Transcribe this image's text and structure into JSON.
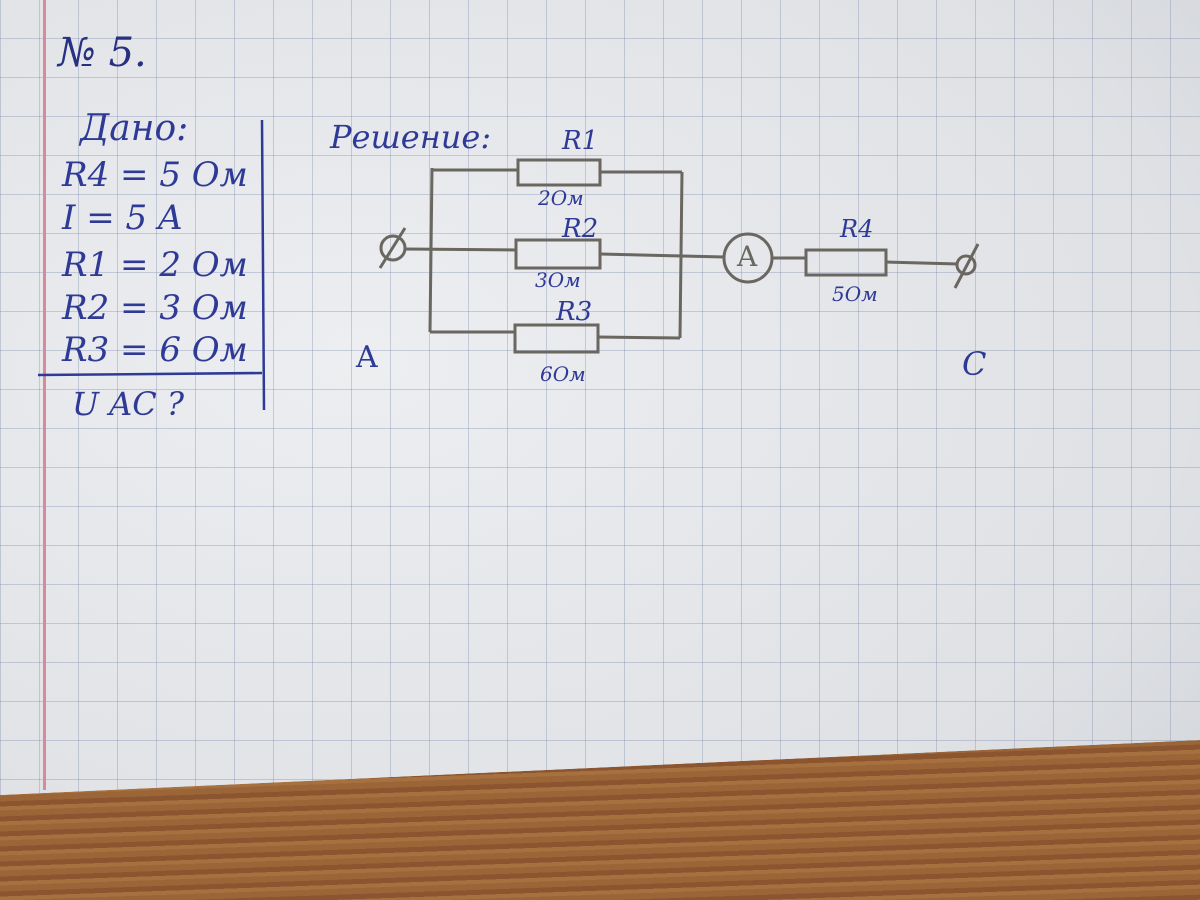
{
  "problem_number": "№ 5.",
  "given": {
    "heading": "Дано:",
    "lines": [
      "R4 = 5 Ом",
      "I = 5 A",
      "R1 = 2 Ом",
      "R2 = 3 Ом",
      "R3 = 6 Ом"
    ],
    "find": "U AC ?"
  },
  "solution": {
    "heading": "Решение:",
    "resistors": [
      {
        "label": "R1",
        "value": "2Ом"
      },
      {
        "label": "R2",
        "value": "3Ом"
      },
      {
        "label": "R3",
        "value": "6Ом"
      },
      {
        "label": "R4",
        "value": "5Ом"
      }
    ],
    "ammeter": "A",
    "node_left": "A",
    "node_right": "C"
  },
  "colors": {
    "ink": "#2f3a96",
    "pencil": "#6a6660",
    "paper": "#e4e6ea"
  }
}
